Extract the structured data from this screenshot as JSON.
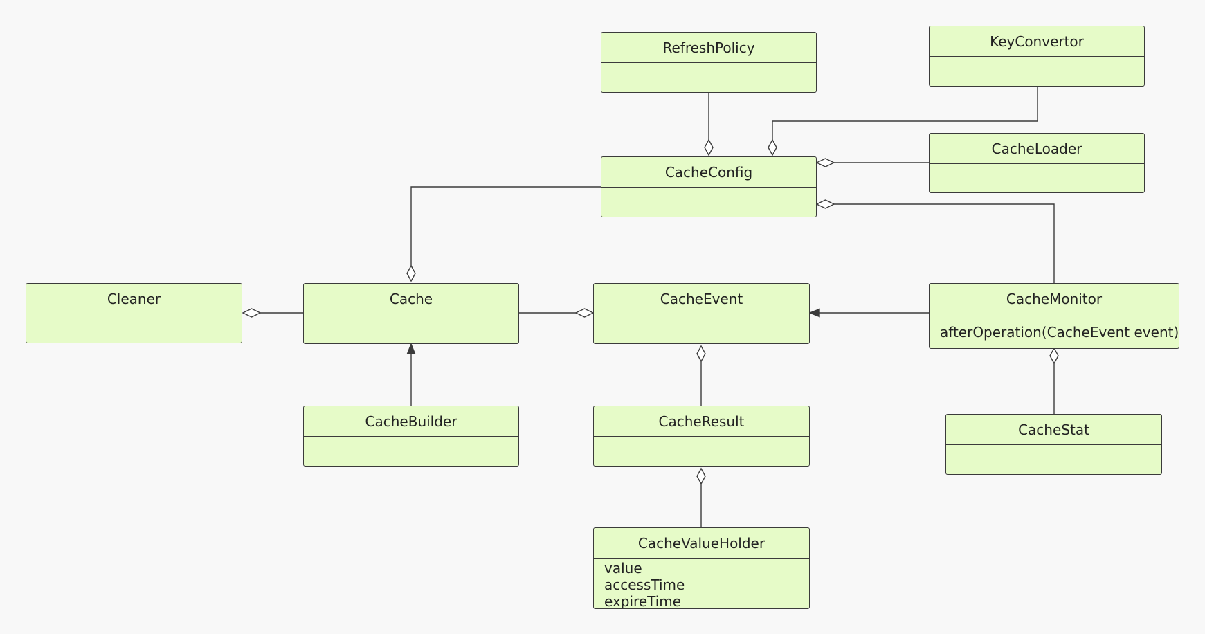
{
  "classes": {
    "refresh_policy": {
      "name": "RefreshPolicy",
      "members": []
    },
    "key_convertor": {
      "name": "KeyConvertor",
      "members": []
    },
    "cache_config": {
      "name": "CacheConfig",
      "members": []
    },
    "cache_loader": {
      "name": "CacheLoader",
      "members": []
    },
    "cleaner": {
      "name": "Cleaner",
      "members": []
    },
    "cache": {
      "name": "Cache",
      "members": []
    },
    "cache_event": {
      "name": "CacheEvent",
      "members": []
    },
    "cache_monitor": {
      "name": "CacheMonitor",
      "members": [
        "afterOperation(CacheEvent event)"
      ]
    },
    "cache_builder": {
      "name": "CacheBuilder",
      "members": []
    },
    "cache_result": {
      "name": "CacheResult",
      "members": []
    },
    "cache_stat": {
      "name": "CacheStat",
      "members": []
    },
    "cache_value_holder": {
      "name": "CacheValueHolder",
      "members": [
        "value",
        "accessTime",
        "expireTime"
      ]
    }
  },
  "relations": [
    {
      "from": "RefreshPolicy",
      "to": "CacheConfig",
      "type": "aggregation"
    },
    {
      "from": "KeyConvertor",
      "to": "CacheConfig",
      "type": "aggregation"
    },
    {
      "from": "CacheLoader",
      "to": "CacheConfig",
      "type": "aggregation"
    },
    {
      "from": "CacheMonitor",
      "to": "CacheConfig",
      "type": "aggregation"
    },
    {
      "from": "CacheConfig",
      "to": "Cache",
      "type": "aggregation"
    },
    {
      "from": "Cache",
      "to": "Cleaner",
      "type": "aggregation"
    },
    {
      "from": "Cache",
      "to": "CacheEvent",
      "type": "aggregation"
    },
    {
      "from": "CacheMonitor",
      "to": "CacheEvent",
      "type": "dependency"
    },
    {
      "from": "CacheBuilder",
      "to": "Cache",
      "type": "dependency"
    },
    {
      "from": "CacheResult",
      "to": "CacheEvent",
      "type": "aggregation"
    },
    {
      "from": "CacheValueHolder",
      "to": "CacheResult",
      "type": "aggregation"
    },
    {
      "from": "CacheStat",
      "to": "CacheMonitor",
      "type": "aggregation"
    }
  ],
  "colors": {
    "background": "#f8f8f8",
    "class_fill": "#e6fbc8",
    "stroke": "#3b3b3b"
  }
}
